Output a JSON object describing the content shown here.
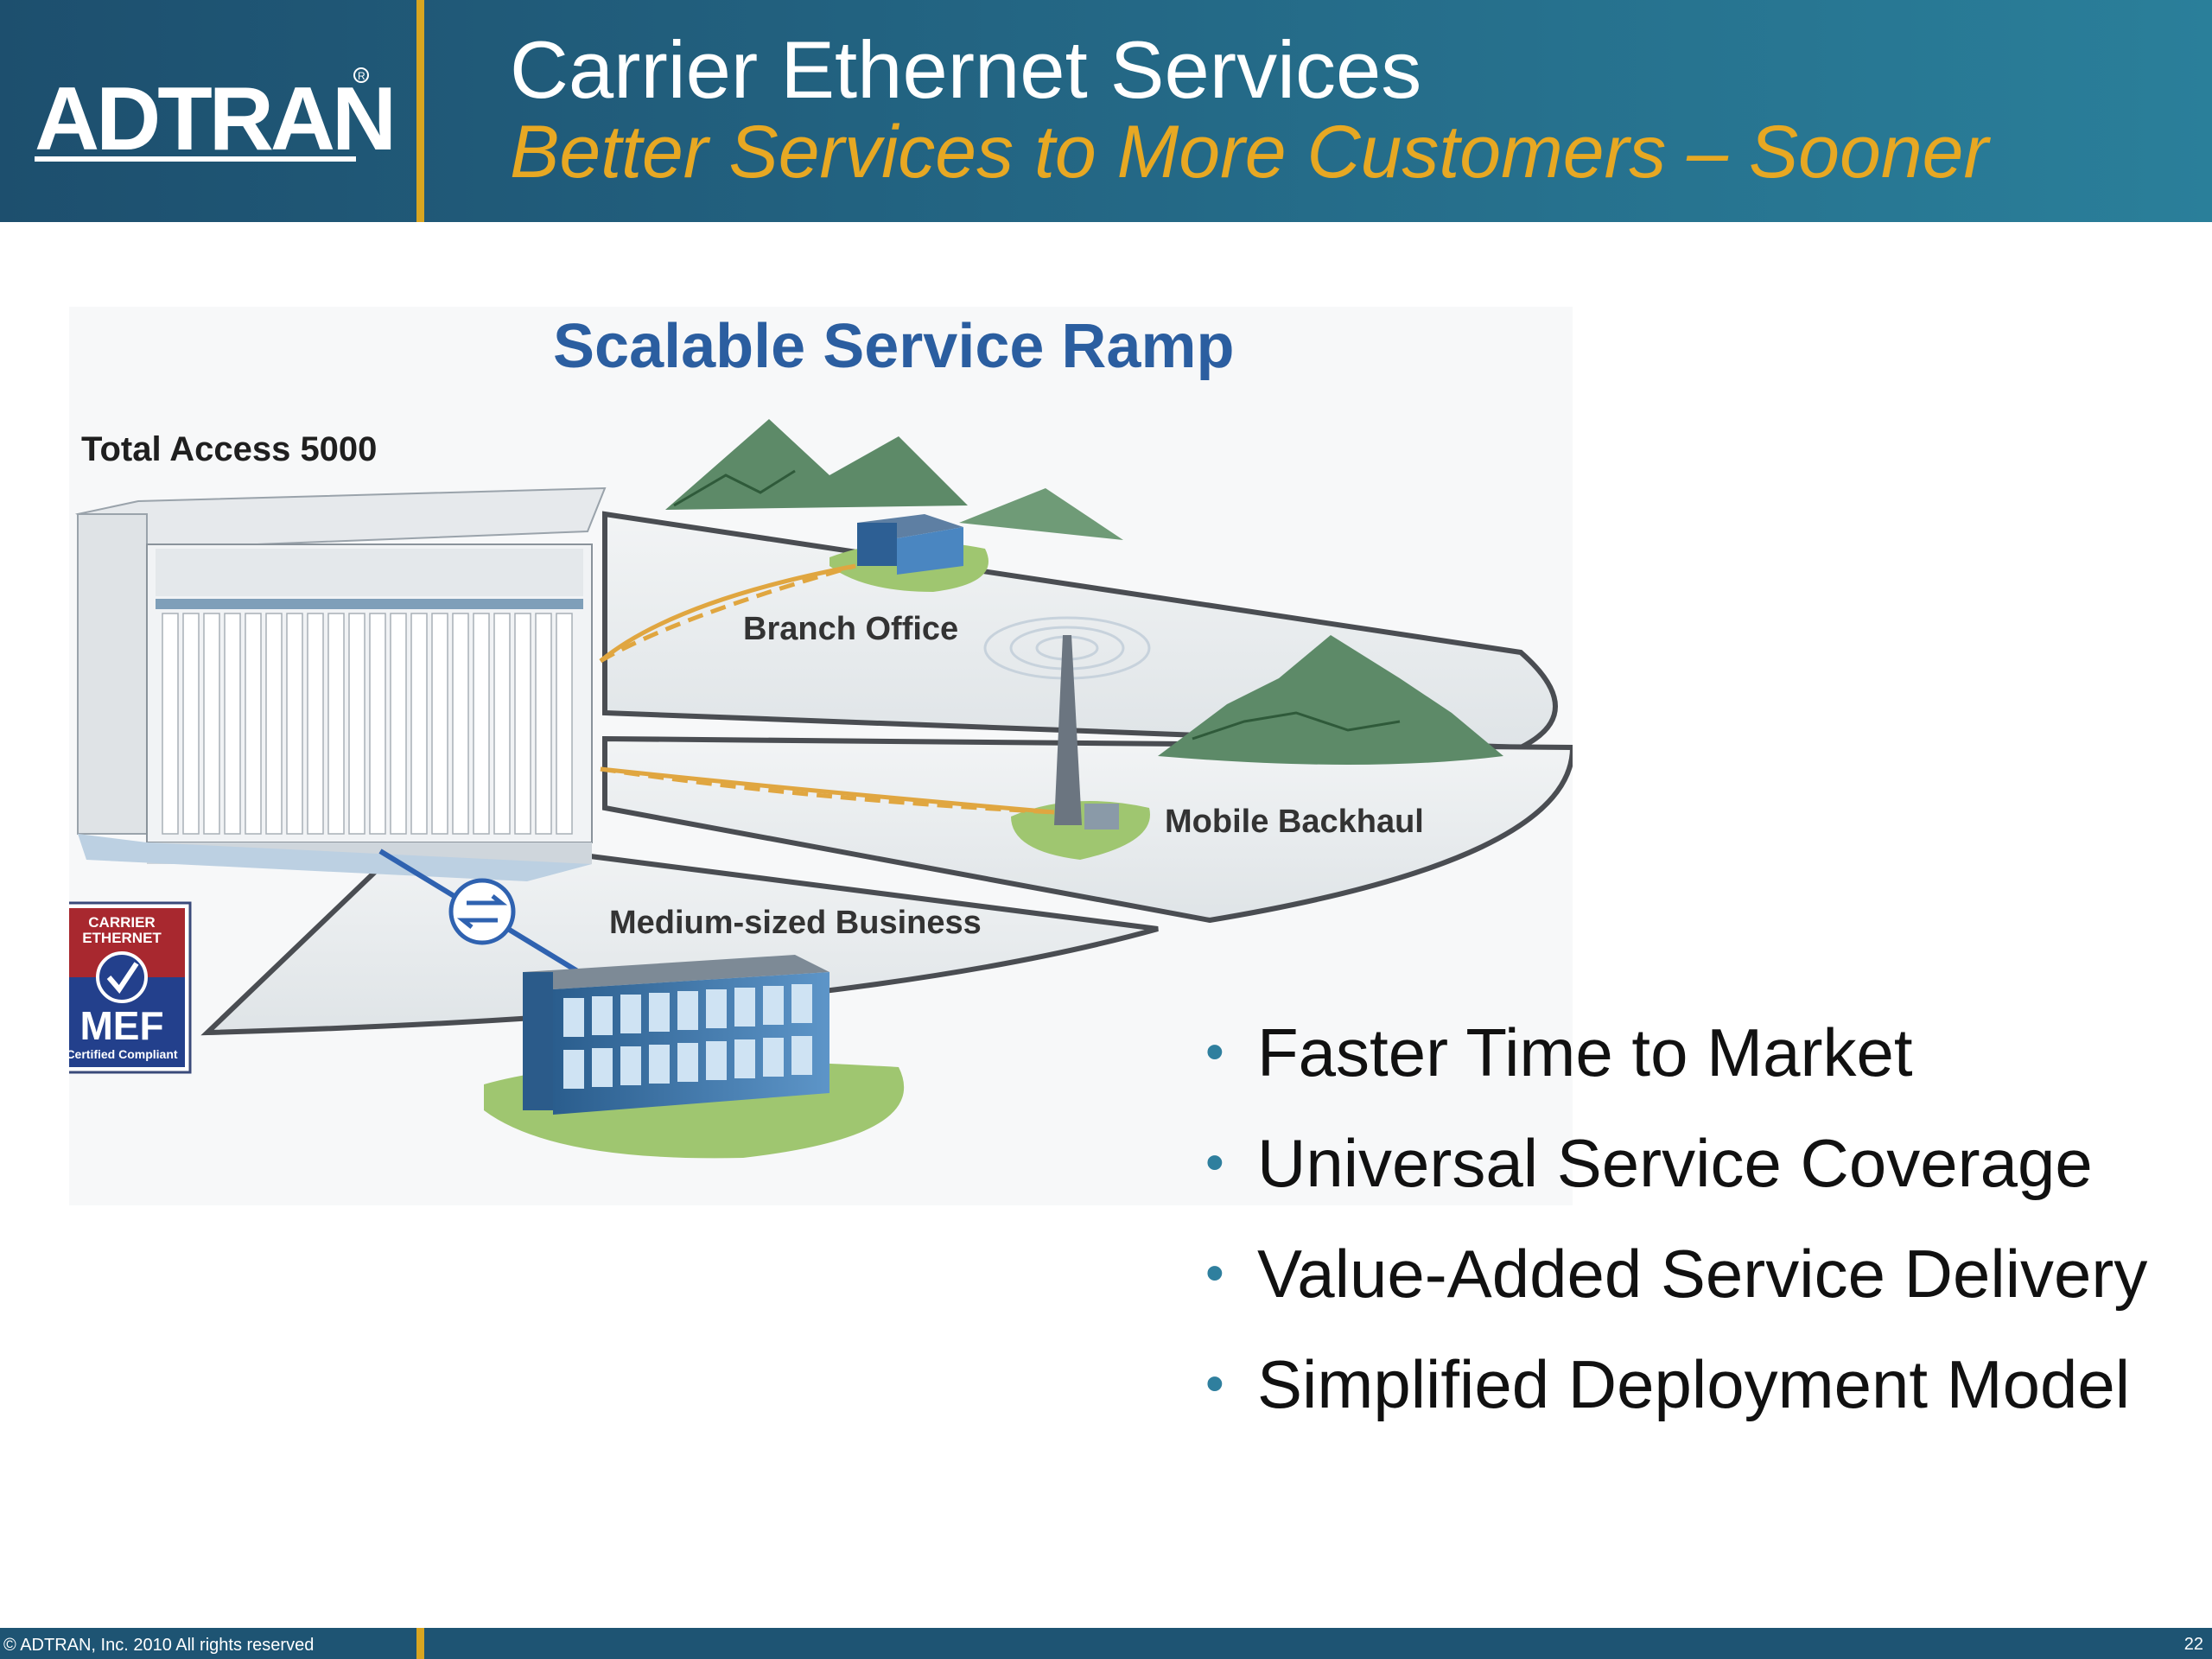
{
  "header": {
    "logo_text": "ADTRAN",
    "title": "Carrier Ethernet Services",
    "subtitle": "Better Services to More Customers – Sooner"
  },
  "diagram": {
    "title": "Scalable Service Ramp",
    "device_label": "Total Access 5000",
    "branch_label": "Branch Office",
    "mobile_label": "Mobile Backhaul",
    "business_label": "Medium-sized Business",
    "badge": {
      "top_text_1": "CARRIER",
      "top_text_2": "ETHERNET",
      "main_text": "MEF",
      "bottom_text": "Certified Compliant"
    }
  },
  "bullets": [
    "Faster Time to Market",
    "Universal Service Coverage",
    "Value-Added Service Delivery",
    "Simplified Deployment Model"
  ],
  "footer": {
    "copyright": "© ADTRAN, Inc. 2010 All rights reserved",
    "page_number": "22"
  },
  "colors": {
    "header_bg": "#236583",
    "accent_gold": "#e7a823",
    "diagram_title": "#2b5ea0",
    "cable": "#e0a640"
  }
}
